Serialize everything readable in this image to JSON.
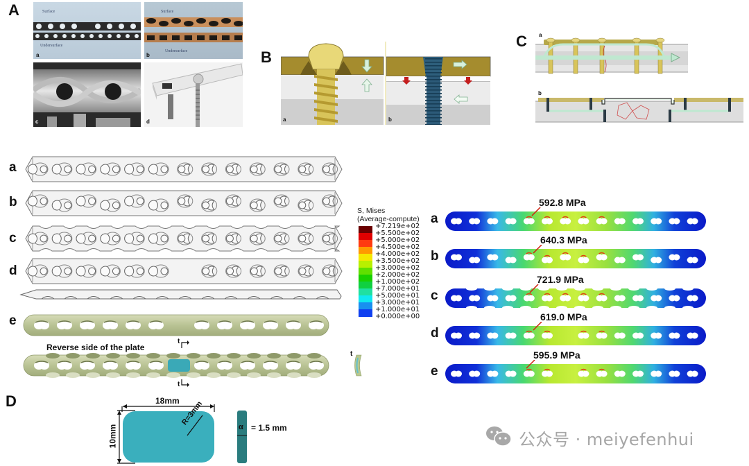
{
  "panels": {
    "A": {
      "letter": "A",
      "photos": [
        {
          "id": "a",
          "label": "a",
          "top_text": "Surface",
          "bottom_text": "Undersurface"
        },
        {
          "id": "b",
          "label": "b",
          "top_text": "Surface",
          "bottom_text": "Undersurface"
        },
        {
          "id": "c",
          "label": "c"
        },
        {
          "id": "d",
          "label": "d"
        }
      ]
    },
    "B": {
      "letter": "B",
      "sub": [
        {
          "label": "a"
        },
        {
          "label": "b"
        }
      ]
    },
    "C": {
      "letter": "C",
      "sub": [
        {
          "label": "a"
        },
        {
          "label": "b"
        }
      ]
    },
    "plates": {
      "rows": [
        {
          "label": "a"
        },
        {
          "label": "b"
        },
        {
          "label": "c"
        },
        {
          "label": "d"
        },
        {
          "label": "e"
        }
      ],
      "reverse_label": "Reverse side of the plate",
      "section_mark": "t"
    },
    "legend": {
      "title_line1": "S, Mises",
      "title_line2": "(Average-compute)",
      "values": [
        "+7.219e+02",
        "+5.500e+02",
        "+5.000e+02",
        "+4.500e+02",
        "+4.000e+02",
        "+3.500e+02",
        "+3.000e+02",
        "+2.000e+02",
        "+1.000e+02",
        "+7.000e+01",
        "+5.000e+01",
        "+3.000e+01",
        "+1.000e+01",
        "+0.000e+00"
      ],
      "colors": [
        "#6b0000",
        "#e00000",
        "#ff3a10",
        "#ff9a00",
        "#f5e800",
        "#b8f000",
        "#5fe000",
        "#18d000",
        "#10d040",
        "#20e0a0",
        "#10e8f0",
        "#1890f0",
        "#1040f0",
        "#0000d8"
      ]
    },
    "fea": {
      "rows": [
        {
          "label": "a",
          "max_stress": "592.8 MPa"
        },
        {
          "label": "b",
          "max_stress": "640.3 MPa"
        },
        {
          "label": "c",
          "max_stress": "721.9 MPa"
        },
        {
          "label": "d",
          "max_stress": "619.0 MPa"
        },
        {
          "label": "e",
          "max_stress": "595.9 MPa"
        }
      ]
    },
    "D": {
      "letter": "D",
      "width_label": "18mm",
      "height_label": "10mm",
      "radius_label": "R=3mm",
      "thickness_symbol": "α",
      "thickness_label": "= 1.5 mm",
      "pad_color": "#3aafbd",
      "section_color": "#2a7c7e"
    }
  },
  "watermark": {
    "text": "公众号 · meiyefenhui"
  }
}
